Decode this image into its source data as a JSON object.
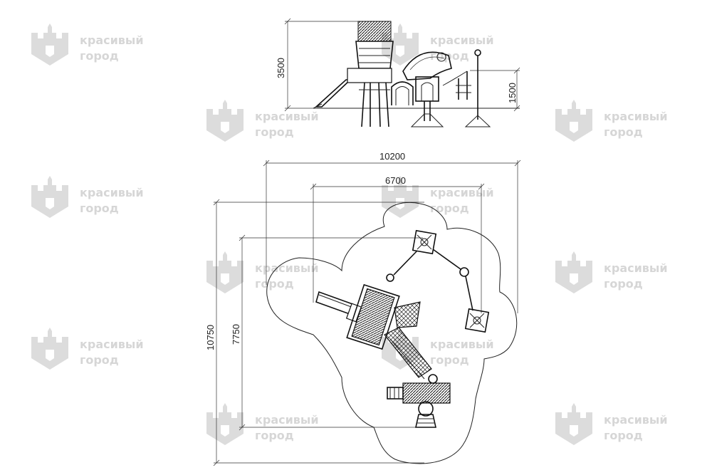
{
  "watermark": {
    "line1": "красивый",
    "line2": "город",
    "color": "#d6d6d6"
  },
  "dimensions": {
    "side_height_total": "3500",
    "side_platform_height": "1500",
    "plan_width_total": "10200",
    "plan_width_inner": "6700",
    "plan_depth_total": "10750",
    "plan_depth_inner": "7750"
  },
  "colors": {
    "line": "#222222",
    "background": "#ffffff"
  }
}
